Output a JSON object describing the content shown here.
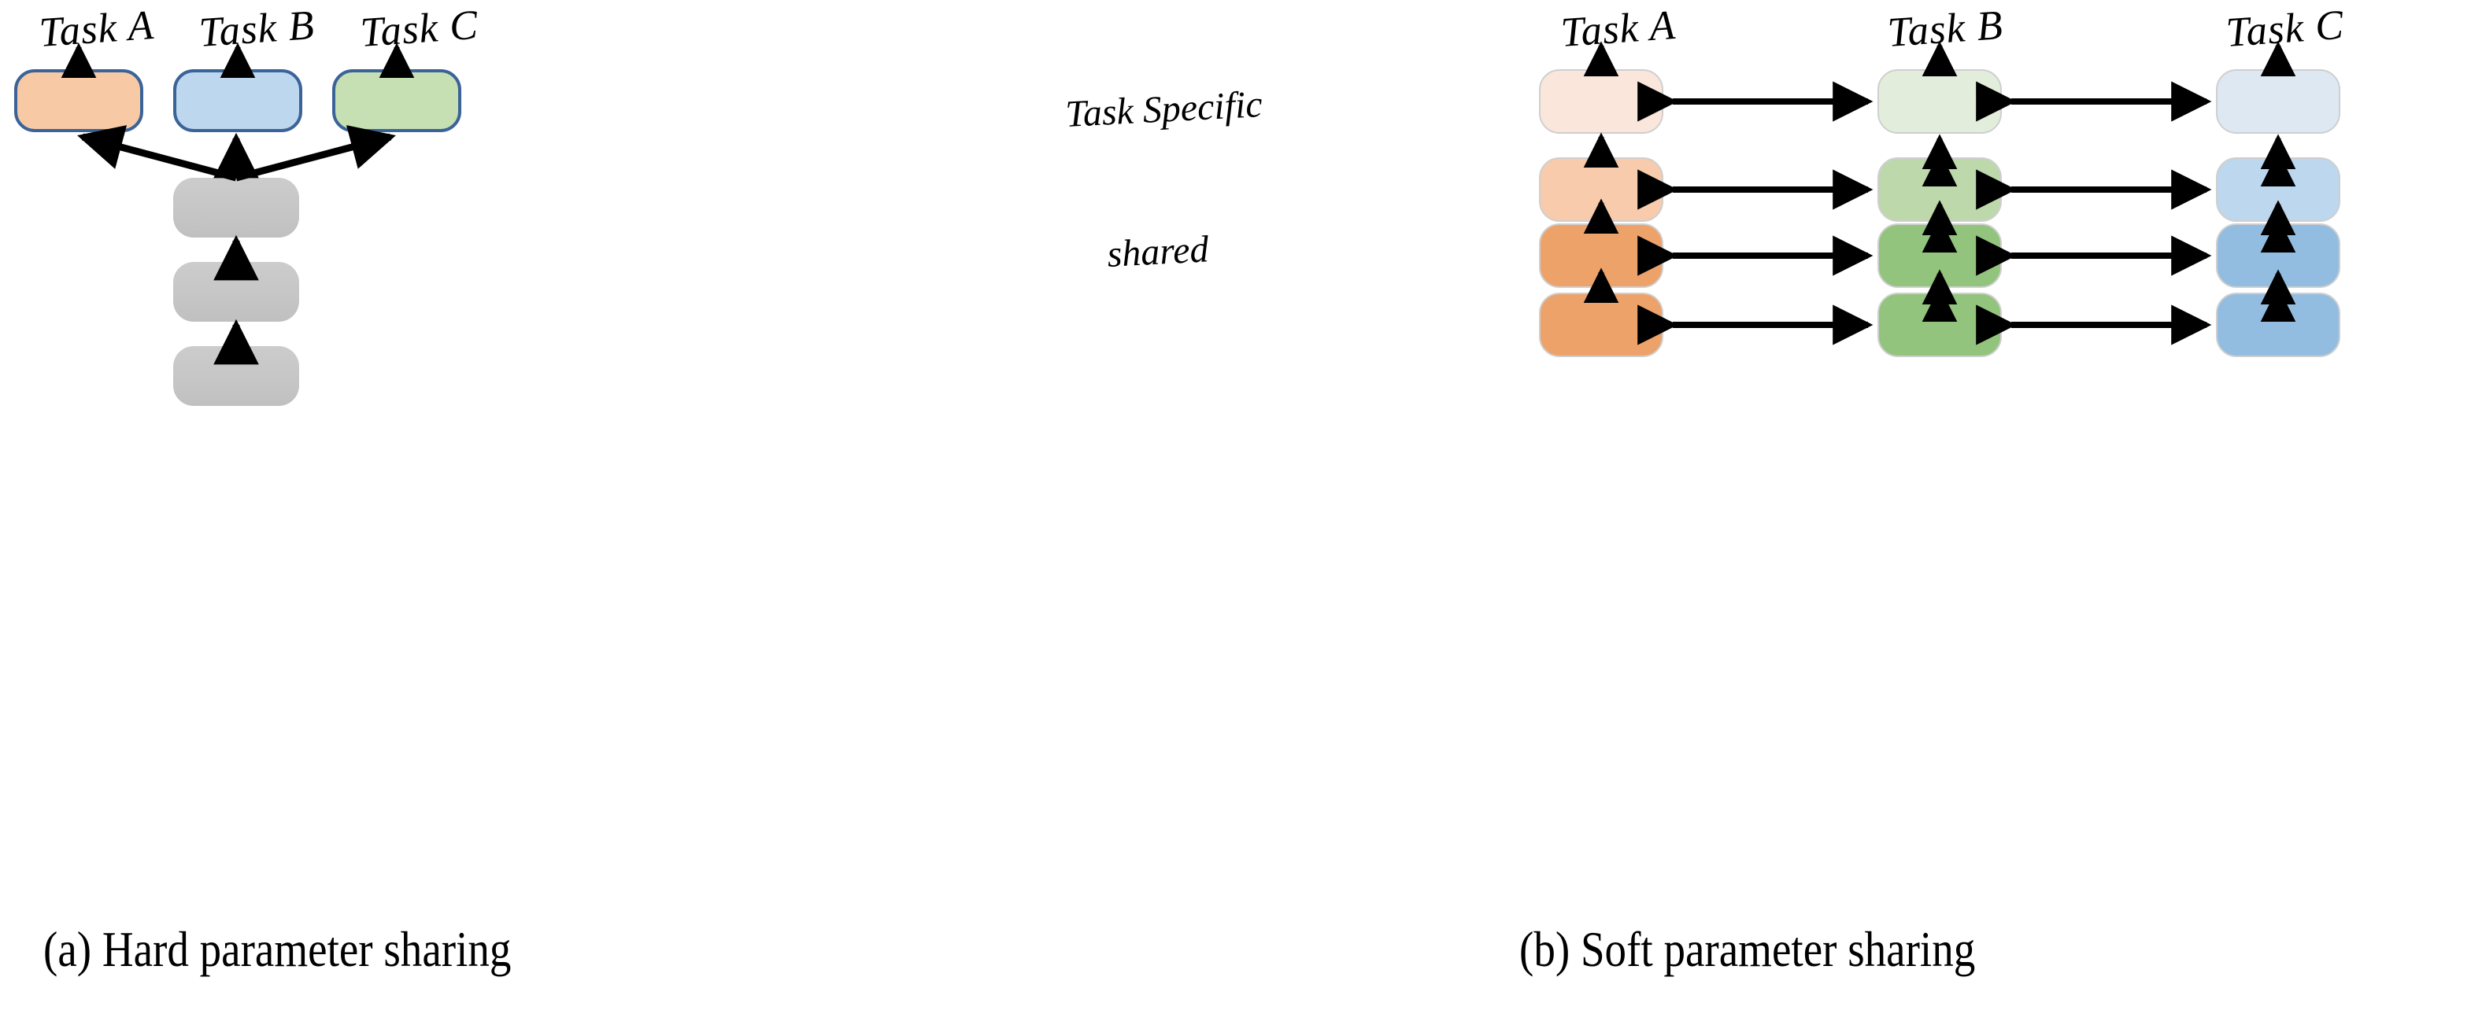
{
  "figure": {
    "title_left": "(a) Hard parameter sharing",
    "title_right": "(b) Soft parameter sharing"
  },
  "panel_a": {
    "name": "hard-parameter-sharing",
    "task_labels": [
      "Task A",
      "Task B",
      "Task C"
    ],
    "task_heads": [
      {
        "task": "Task A",
        "fill": "#f7c9a5",
        "border": "#3b6398"
      },
      {
        "task": "Task B",
        "fill": "#bcd7ee",
        "border": "#3b6398"
      },
      {
        "task": "Task C",
        "fill": "#c6e0b4",
        "border": "#3b6398"
      }
    ],
    "shared_layers": [
      {
        "label": "shared-layer-3",
        "fill": "#c8c8c8"
      },
      {
        "label": "shared-layer-2",
        "fill": "#c8c8c8"
      },
      {
        "label": "shared-layer-1",
        "fill": "#c8c8c8"
      }
    ],
    "arrow_color": "#000000"
  },
  "panel_b": {
    "name": "soft-parameter-sharing",
    "task_labels": [
      "Task A",
      "Task B",
      "Task C"
    ],
    "row_labels": [
      "Task Specific",
      "shared"
    ],
    "columns": [
      {
        "task": "Task A",
        "vertical_arrow": "single-up",
        "layers": [
          {
            "row": 1,
            "fill": "#fae6da"
          },
          {
            "row": 2,
            "fill": "#f7cbab"
          },
          {
            "row": 3,
            "fill": "#eda26a"
          },
          {
            "row": 4,
            "fill": "#eda26a"
          }
        ]
      },
      {
        "task": "Task B",
        "vertical_arrow": "double",
        "layers": [
          {
            "row": 1,
            "fill": "#e2eedb"
          },
          {
            "row": 2,
            "fill": "#bdd8ab"
          },
          {
            "row": 3,
            "fill": "#93c47d"
          },
          {
            "row": 4,
            "fill": "#93c47d"
          }
        ]
      },
      {
        "task": "Task C",
        "vertical_arrow": "double",
        "layers": [
          {
            "row": 1,
            "fill": "#dde8f3"
          },
          {
            "row": 2,
            "fill": "#bcd7ee"
          },
          {
            "row": 3,
            "fill": "#93bde0"
          },
          {
            "row": 4,
            "fill": "#93bde0"
          }
        ]
      }
    ],
    "horizontal_arrow": "double",
    "arrow_color": "#000000"
  },
  "colors": {
    "background": "#ffffff",
    "box_border_blue": "#3b6398",
    "box_border_faint": "#cfcfcf",
    "gray_fill": "#c8c8c8",
    "arrow": "#000000",
    "text": "#000000"
  },
  "icons": {
    "arrow_up": "arrow-up-icon",
    "arrow_double_vertical": "arrow-double-vertical-icon",
    "arrow_double_horizontal": "arrow-double-horizontal-icon",
    "arrow_diagonal": "arrow-diagonal-icon"
  }
}
